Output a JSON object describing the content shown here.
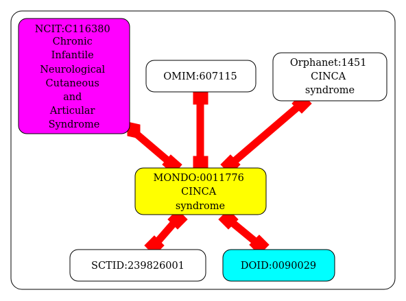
{
  "colors": {
    "background": "#ffffff",
    "edge": "#ff0000",
    "ncit_fill": "#ff00ff",
    "mondo_fill": "#ffff00",
    "doid_fill": "#00ffff",
    "default_fill": "#ffffff"
  },
  "nodes": {
    "ncit": {
      "lines": [
        "NCIT:C116380",
        "Chronic",
        "Infantile",
        "Neurological",
        "Cutaneous",
        "and",
        "Articular",
        "Syndrome"
      ]
    },
    "omim": {
      "lines": [
        "OMIM:607115"
      ]
    },
    "orphanet": {
      "lines": [
        "Orphanet:1451",
        "CINCA",
        "syndrome"
      ]
    },
    "mondo": {
      "lines": [
        "MONDO:0011776",
        "CINCA",
        "syndrome"
      ]
    },
    "sctid": {
      "lines": [
        "SCTID:239826001"
      ]
    },
    "doid": {
      "lines": [
        "DOID:0090029"
      ]
    }
  },
  "edges": [
    {
      "from": "ncit",
      "to": "mondo",
      "start_marker": "diamond",
      "end_marker": "diamond"
    },
    {
      "from": "omim",
      "to": "mondo",
      "start_marker": "box",
      "end_marker": "box"
    },
    {
      "from": "orphanet",
      "to": "mondo",
      "start_marker": "diamond",
      "end_marker": "diamond"
    },
    {
      "from": "mondo",
      "to": "sctid",
      "start_marker": "diamond",
      "end_marker": "diamond"
    },
    {
      "from": "mondo",
      "to": "doid",
      "start_marker": "diamond",
      "end_marker": "diamond"
    }
  ]
}
